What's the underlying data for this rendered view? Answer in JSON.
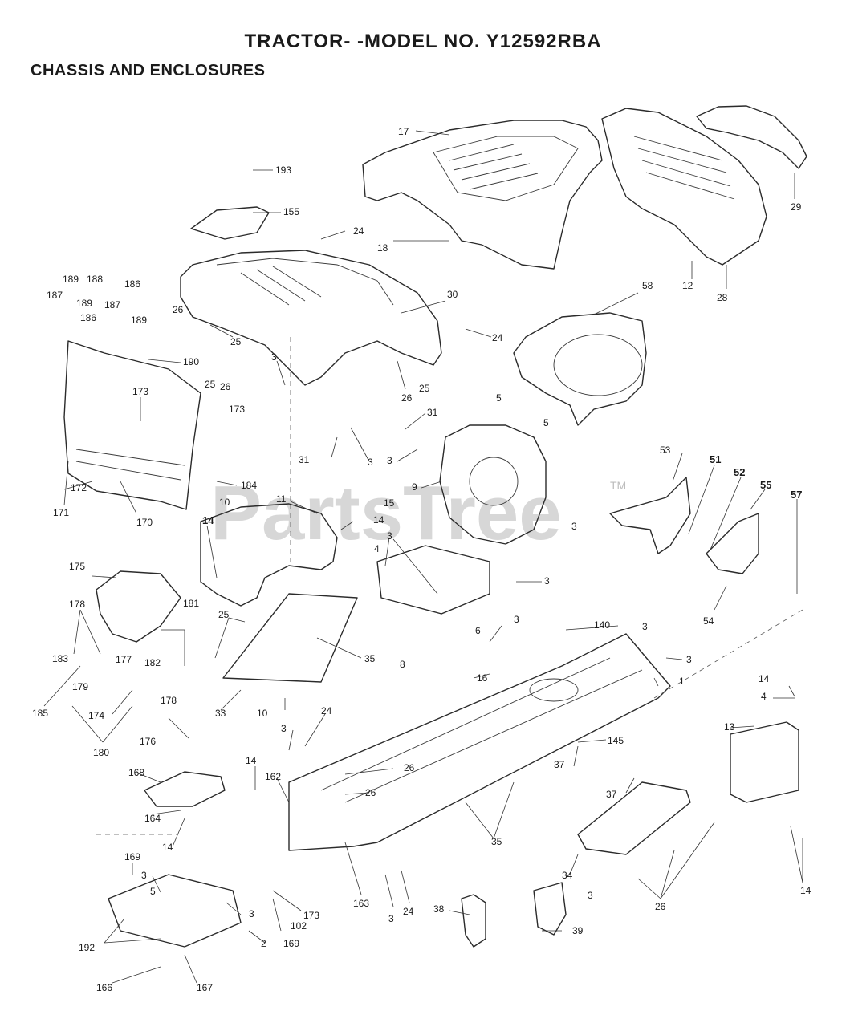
{
  "header": {
    "title": "TRACTOR- -MODEL NO. Y12592RBA",
    "subtitle": "CHASSIS AND ENCLOSURES"
  },
  "watermark": {
    "text": "PartsTree",
    "tm": "TM"
  },
  "callouts": [
    "17",
    "193",
    "155",
    "24",
    "18",
    "29",
    "12",
    "28",
    "189",
    "188",
    "186",
    "187",
    "189",
    "186",
    "187",
    "188",
    "189",
    "26",
    "25",
    "30",
    "24",
    "58",
    "190",
    "173",
    "25",
    "26",
    "173",
    "3",
    "26",
    "25",
    "31",
    "5",
    "5",
    "3",
    "31",
    "3",
    "184",
    "172",
    "171",
    "10",
    "170",
    "9",
    "53",
    "51",
    "52",
    "55",
    "57",
    "11",
    "14",
    "15",
    "14",
    "4",
    "3",
    "3",
    "3",
    "54",
    "175",
    "178",
    "181",
    "25",
    "35",
    "140",
    "3",
    "3",
    "183",
    "177",
    "179",
    "182",
    "178",
    "16",
    "1",
    "3",
    "14",
    "4",
    "185",
    "174",
    "176",
    "33",
    "10",
    "6",
    "8",
    "180",
    "24",
    "3",
    "145",
    "13",
    "168",
    "14",
    "162",
    "26",
    "26",
    "37",
    "37",
    "164",
    "14",
    "169",
    "3",
    "5",
    "35",
    "34",
    "26",
    "14",
    "3",
    "102",
    "173",
    "163",
    "24",
    "3",
    "38",
    "3",
    "39",
    "192",
    "2",
    "169",
    "166",
    "167"
  ]
}
